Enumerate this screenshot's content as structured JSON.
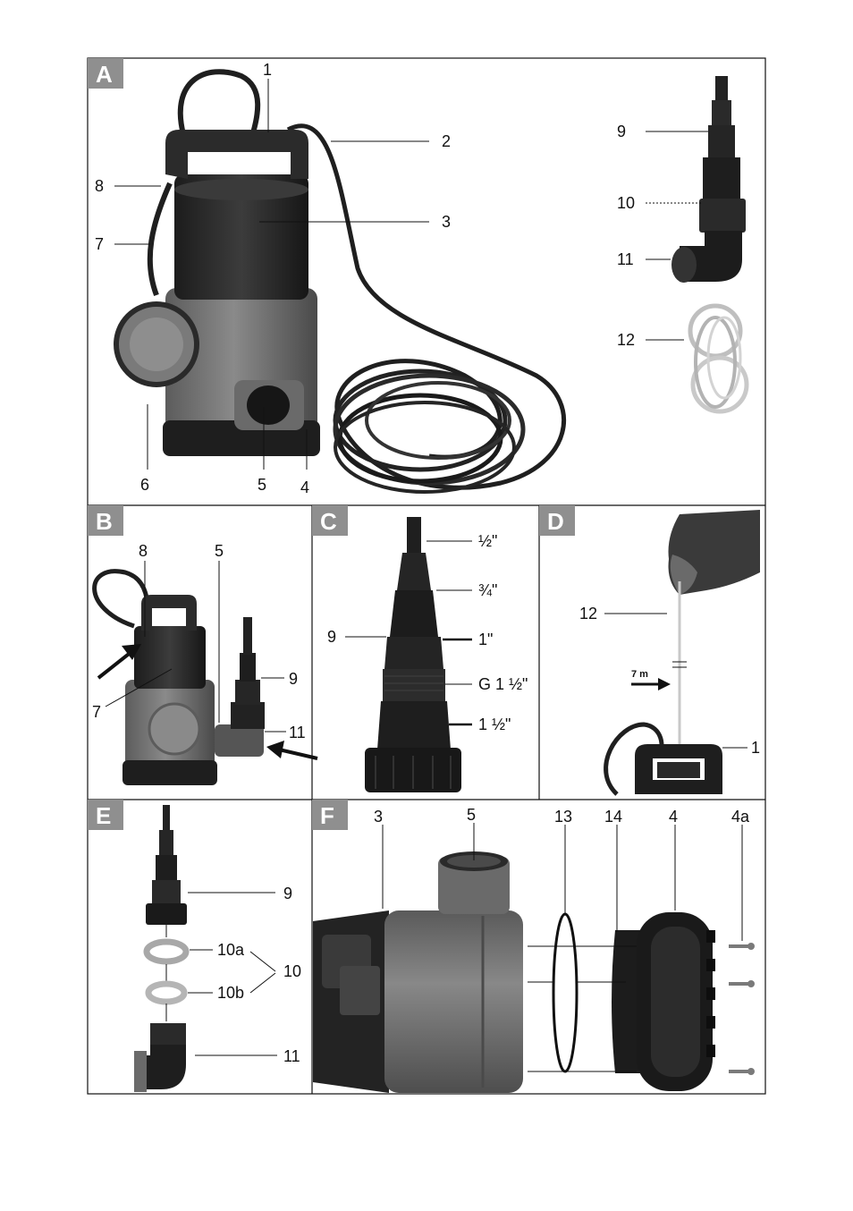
{
  "panels": {
    "A": {
      "badge": "A",
      "labels": [
        "1",
        "2",
        "3",
        "4",
        "5",
        "6",
        "7",
        "8",
        "9",
        "10",
        "11",
        "12"
      ]
    },
    "B": {
      "badge": "B",
      "labels": [
        "8",
        "5",
        "9",
        "7",
        "11"
      ]
    },
    "C": {
      "badge": "C",
      "labels": [
        "½\"",
        "¾\"",
        "9",
        "1\"",
        "G 1 ½\"",
        "1 ½\""
      ]
    },
    "D": {
      "badge": "D",
      "labels": [
        "12",
        "7 m",
        "1"
      ]
    },
    "E": {
      "badge": "E",
      "labels": [
        "9",
        "10a",
        "10",
        "10b",
        "11"
      ]
    },
    "F": {
      "badge": "F",
      "labels": [
        "3",
        "5",
        "13",
        "14",
        "4",
        "4a"
      ]
    }
  },
  "colors": {
    "badge": "#8f8f8f",
    "frame": "#111111",
    "pump_dark": "#2a2a2a",
    "pump_mid": "#6e6e6e",
    "pump_light": "#8a8a8a"
  }
}
